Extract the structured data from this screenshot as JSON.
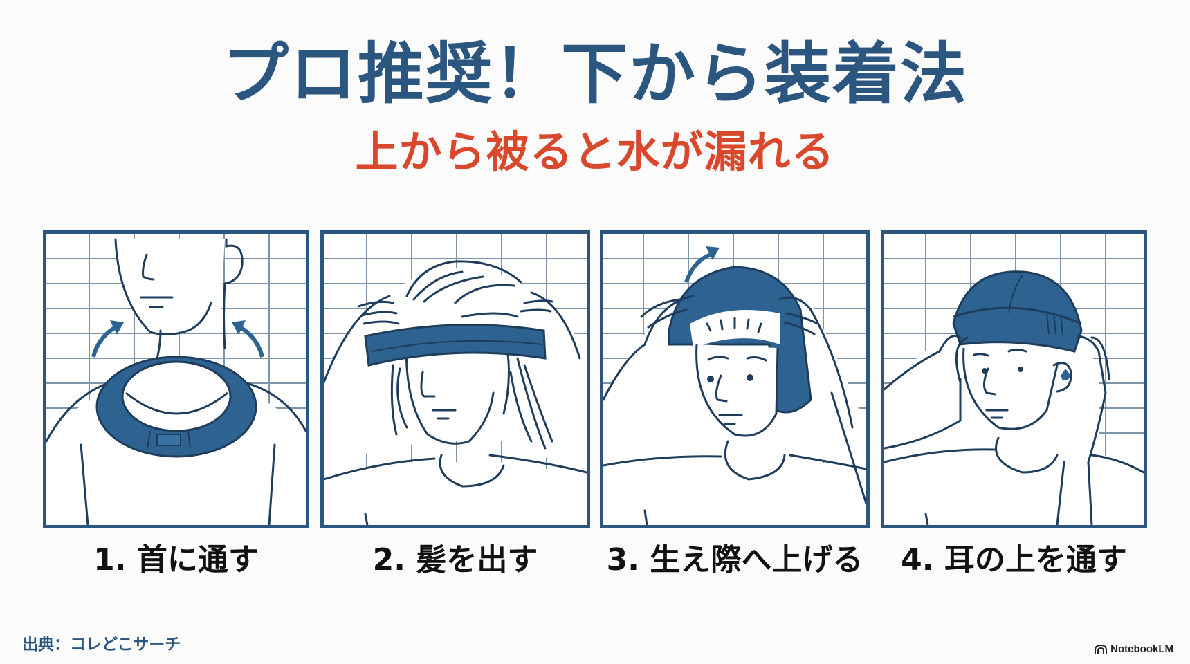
{
  "header": {
    "title": "プロ推奨！下から装着法",
    "subtitle": "上から被ると水が漏れる"
  },
  "colors": {
    "primary": "#2a5680",
    "accent": "#d9482b",
    "background": "#fbfbfb"
  },
  "steps": [
    {
      "label": "1. 首に通す",
      "illustration": "cap-around-neck"
    },
    {
      "label": "2. 髪を出す",
      "illustration": "pulling-hair-out-through-cap"
    },
    {
      "label": "3. 生え際へ上げる",
      "illustration": "raising-cap-to-hairline"
    },
    {
      "label": "4. 耳の上を通す",
      "illustration": "cap-over-ears"
    }
  ],
  "footer": {
    "source": "出典：コレどこサーチ",
    "brand": "NotebookLM",
    "brand_icon": "notebooklm-logo-icon"
  }
}
